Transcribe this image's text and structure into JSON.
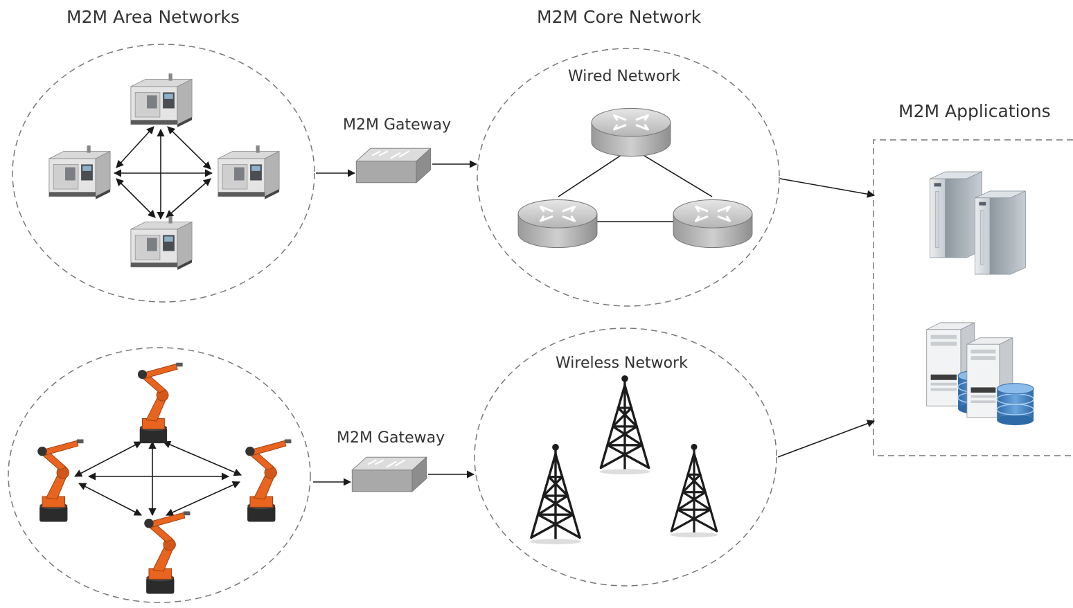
{
  "headers": {
    "area": "M2M Area Networks",
    "core": "M2M Core Network",
    "apps": "M2M Applications"
  },
  "gateways": [
    {
      "label": "M2M Gateway"
    },
    {
      "label": "M2M Gateway"
    }
  ],
  "core_networks": {
    "wired": "Wired Network",
    "wireless": "Wireless Network"
  },
  "colors": {
    "line": "#1a1a1a",
    "dashed": "#777777",
    "robot": "#e8641f",
    "router": "#bfbfbf",
    "gateway": "#c8c8c8",
    "database": "#3d78b8"
  },
  "icons": {
    "cnc": "cnc-machine-icon",
    "robot": "robot-arm-icon",
    "gateway": "gateway-switch-icon",
    "router": "router-icon",
    "tower": "radio-tower-icon",
    "server": "server-icon",
    "db_server": "database-server-icon"
  }
}
